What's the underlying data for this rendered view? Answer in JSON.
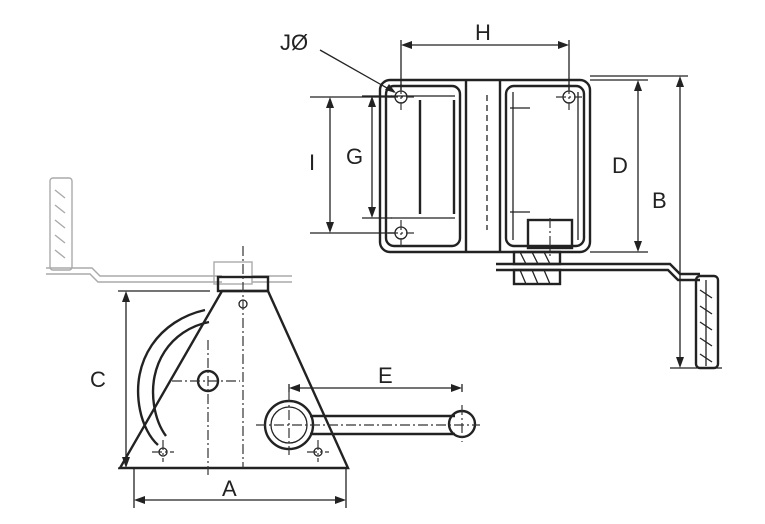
{
  "labels": {
    "A": "A",
    "B": "B",
    "C": "C",
    "D": "D",
    "E": "E",
    "G": "G",
    "H": "H",
    "I": "I",
    "J": "JØ"
  },
  "colors": {
    "line": "#222222",
    "ghost": "#aaaaaa",
    "background": "#ffffff"
  }
}
